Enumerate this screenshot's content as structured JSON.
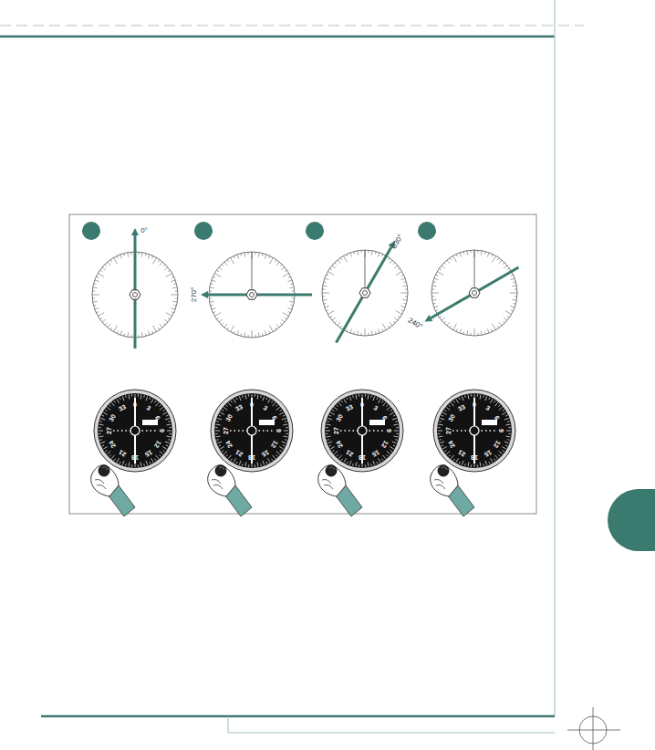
{
  "diagram": {
    "labels": [
      "0°",
      "270°",
      "030°",
      "240°",
      "0",
      "3",
      "6",
      "9",
      "12",
      "15",
      "18",
      "21",
      "24",
      "27",
      "30",
      "33",
      "0",
      "3",
      "6",
      "9",
      "12",
      "15",
      "18",
      "21",
      "24",
      "27",
      "30",
      "33",
      "0",
      "3",
      "6",
      "9",
      "12",
      "15",
      "18",
      "21",
      "24",
      "27",
      "30",
      "33",
      "0",
      "3",
      "6",
      "9",
      "12",
      "15",
      "18",
      "21",
      "24",
      "27",
      "30",
      "33"
    ]
  }
}
